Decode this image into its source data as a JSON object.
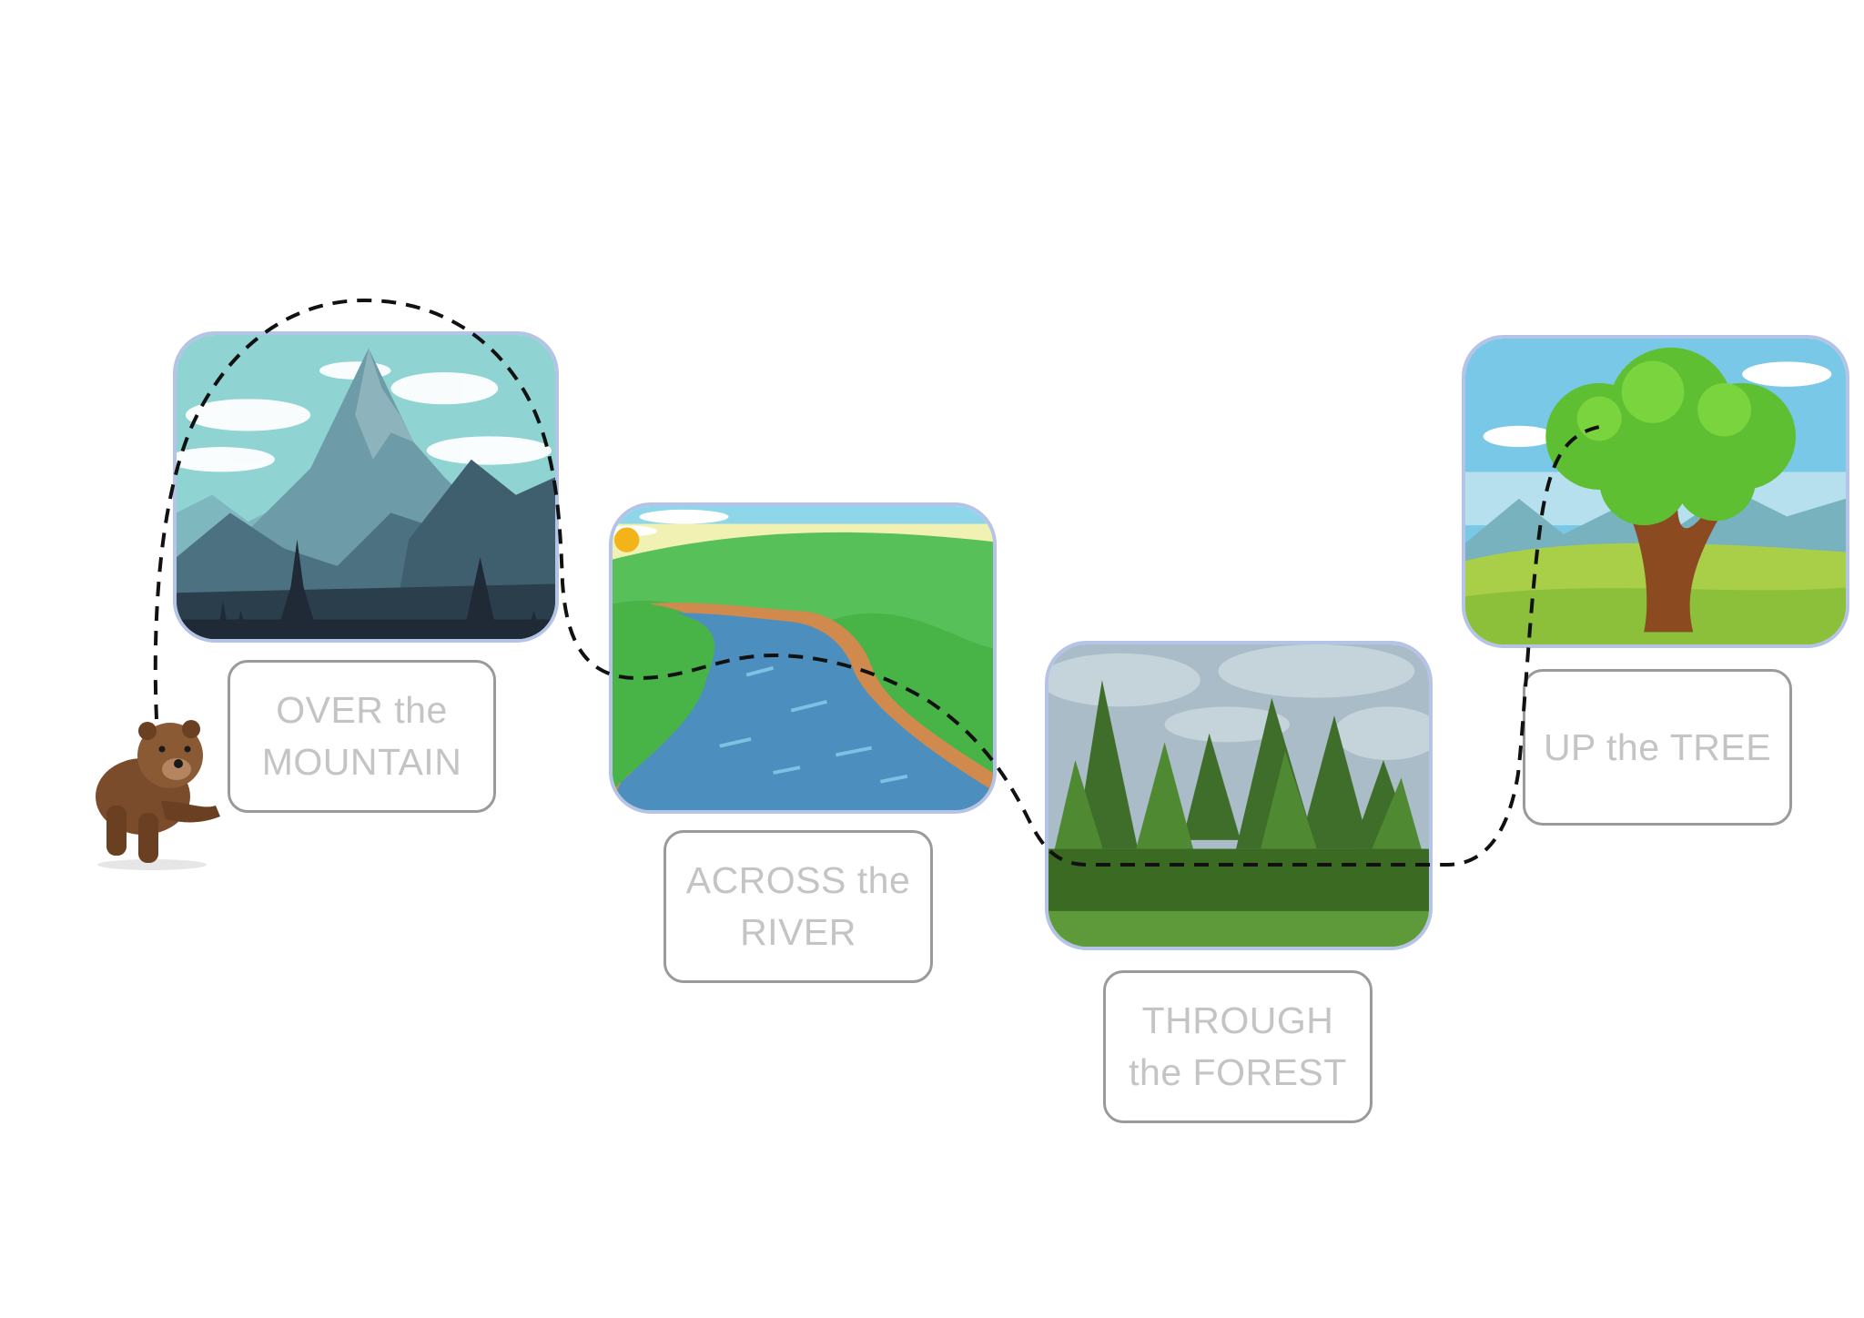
{
  "steps": [
    {
      "scene": "mountain",
      "line1": "OVER the",
      "line2": "MOUNTAIN"
    },
    {
      "scene": "river",
      "line1": "ACROSS the",
      "line2": "RIVER"
    },
    {
      "scene": "forest",
      "line1": "THROUGH",
      "line2": "the FOREST"
    },
    {
      "scene": "tree",
      "line1": "UP the TREE",
      "line2": ""
    }
  ],
  "character": "bear",
  "path_style": "dashed"
}
